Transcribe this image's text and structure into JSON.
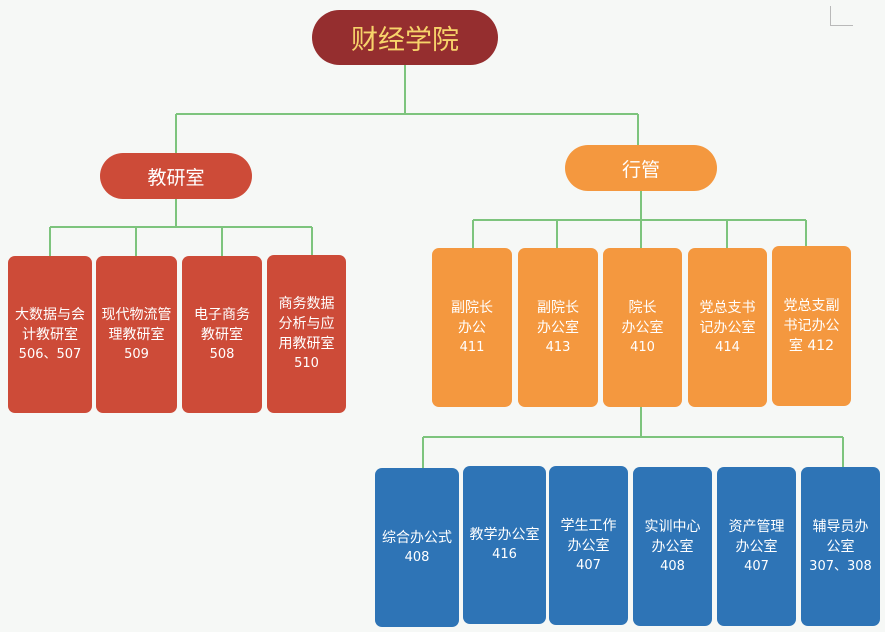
{
  "root": {
    "label": "财经学院"
  },
  "branches": [
    {
      "label": "教研室",
      "color": "#cd4b38",
      "children": [
        {
          "label": "大数据与会\n计教研室",
          "room": "506、507"
        },
        {
          "label": "现代物流管\n理教研室",
          "room": "509"
        },
        {
          "label": "电子商务\n教研室",
          "room": "508"
        },
        {
          "label": "商务数据\n分析与应\n用教研室",
          "room": "510"
        }
      ]
    },
    {
      "label": "行管",
      "color": "#f4983f",
      "children": [
        {
          "label": "副院长\n办公",
          "room": "411"
        },
        {
          "label": "副院长\n办公室",
          "room": "413"
        },
        {
          "label": "院长\n办公室",
          "room": "410"
        },
        {
          "label": "党总支书\n记办公室",
          "room": "414"
        },
        {
          "label": "党总支副\n书记办公\n室 412",
          "room": ""
        }
      ]
    }
  ],
  "sub_offices": {
    "color": "#2e74b6",
    "children": [
      {
        "label": "综合办公式",
        "room": "408"
      },
      {
        "label": "教学办公室",
        "room": "416"
      },
      {
        "label": "学生工作\n办公室",
        "room": "407"
      },
      {
        "label": "实训中心\n办公室",
        "room": "408"
      },
      {
        "label": "资产管理\n办公室",
        "room": "407"
      },
      {
        "label": "辅导员办\n公室",
        "room": "307、308"
      }
    ]
  },
  "connector_color": "#7dc47d",
  "root_text_color": "#f7d36a"
}
